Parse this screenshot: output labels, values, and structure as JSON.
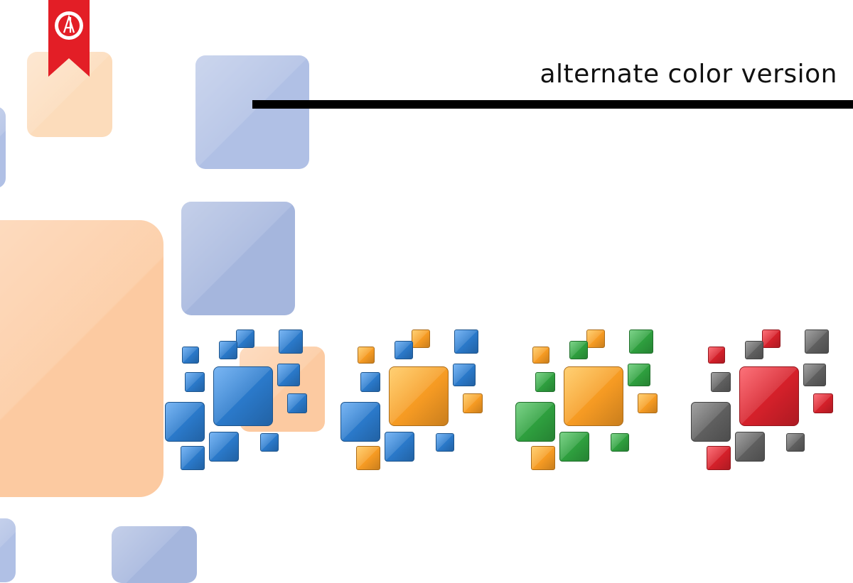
{
  "heading": {
    "text": "alternate color version"
  },
  "colors": {
    "ribbon_red": "#e31e26",
    "peach": "#fbc58e",
    "periwinkle": "#7d97d4",
    "blue": "#2a78c8",
    "orange": "#f59a23",
    "green": "#2e9e3e",
    "red": "#d3202a",
    "gray": "#5e5e5e",
    "rule": "#000000"
  },
  "variants": [
    {
      "name": "blue",
      "main": "#2a78c8",
      "secondary": "#2a78c8",
      "accent": "#2a78c8"
    },
    {
      "name": "orange",
      "main": "#f59a23",
      "secondary": "#2a78c8",
      "accent": "#f59a23"
    },
    {
      "name": "green",
      "main": "#f59a23",
      "secondary": "#2e9e3e",
      "accent": "#f59a23"
    },
    {
      "name": "red",
      "main": "#d3202a",
      "secondary": "#5e5e5e",
      "accent": "#d3202a"
    }
  ],
  "icons": {
    "ribbon": "bookmark-ribbon-icon",
    "badge": "logo-badge-icon"
  }
}
